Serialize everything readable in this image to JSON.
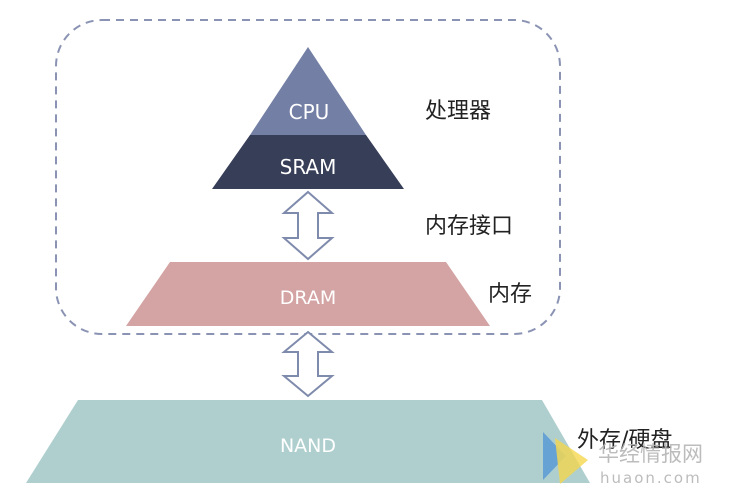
{
  "layers": {
    "cpu": {
      "label": "CPU",
      "color": "#737fa5"
    },
    "sram": {
      "label": "SRAM",
      "color": "#373e57"
    },
    "dram": {
      "label": "DRAM",
      "color": "#d4a3a3"
    },
    "nand": {
      "label": "NAND",
      "color": "#afcfcf"
    }
  },
  "side_labels": {
    "processor": "处理器",
    "memory_interface": "内存接口",
    "memory": "内存",
    "storage": "外存/硬盘"
  },
  "watermark": {
    "text_cn": "华经情报网",
    "text_en": "huaon.com"
  },
  "colors": {
    "dashed_border": "#8a93b3",
    "arrow_stroke": "#7f8bac",
    "arrow_fill": "#ffffff",
    "label_light": "#ffffff"
  }
}
